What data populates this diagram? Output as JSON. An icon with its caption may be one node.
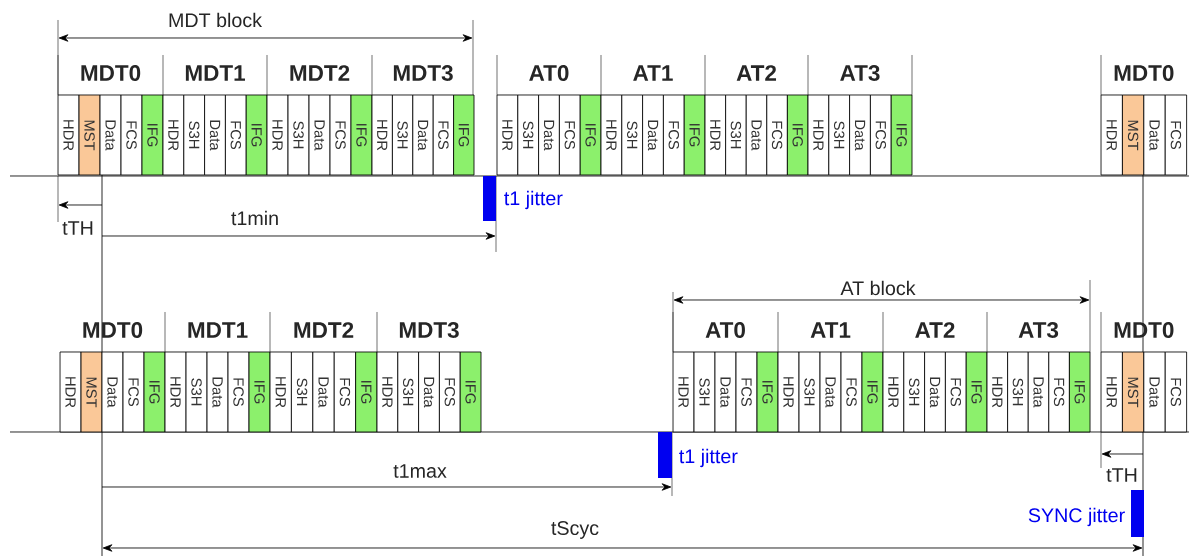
{
  "diagram": {
    "nodes": [
      {
        "text": [
          "MDT0",
          "HDR",
          "MST",
          "Data",
          "FCS",
          "IFG"
        ]
      },
      {
        "text": [
          "MDT1",
          "HDR",
          "S3H",
          "Data",
          "FCS",
          "IFG"
        ]
      },
      {
        "text": [
          "MDT2",
          "HDR",
          "S3H",
          "Data",
          "FCS",
          "IFG"
        ]
      },
      {
        "text": [
          "MDT3",
          "HDR",
          "S3H",
          "Data",
          "FCS",
          "IFG"
        ]
      },
      {
        "text": [
          "AT0",
          "HDR",
          "S3H",
          "Data",
          "FCS",
          "IFG"
        ]
      },
      {
        "text": [
          "AT1",
          "HDR",
          "S3H",
          "Data",
          "FCS",
          "IFG"
        ]
      },
      {
        "text": [
          "AT2",
          "HDR",
          "S3H",
          "Data",
          "FCS",
          "IFG"
        ]
      },
      {
        "text": [
          "AT3",
          "HDR",
          "S3H",
          "Data",
          "FCS",
          "IFG"
        ]
      },
      {
        "text": [
          "MDT0",
          "HDR",
          "MST",
          "Data",
          "FCS"
        ]
      },
      {
        "text": [
          "MDT0",
          "HDR",
          "MST",
          "Data",
          "FCS",
          "IFG"
        ]
      },
      {
        "text": [
          "MDT1",
          "HDR",
          "S3H",
          "Data",
          "FCS",
          "IFG"
        ]
      },
      {
        "text": [
          "MDT2",
          "HDR",
          "S3H",
          "Data",
          "FCS",
          "IFG"
        ]
      },
      {
        "text": [
          "MDT3",
          "HDR",
          "S3H",
          "Data",
          "FCS",
          "IFG"
        ]
      },
      {
        "text": [
          "AT0",
          "HDR",
          "S3H",
          "Data",
          "FCS",
          "IFG"
        ]
      },
      {
        "text": [
          "AT1",
          "HDR",
          "S3H",
          "Data",
          "FCS",
          "IFG"
        ]
      },
      {
        "text": [
          "AT2",
          "HDR",
          "S3H",
          "Data",
          "FCS",
          "IFG"
        ]
      },
      {
        "text": [
          "AT3",
          "HDR",
          "S3H",
          "Data",
          "FCS",
          "IFG"
        ]
      },
      {
        "text": [
          "MDT0",
          "HDR",
          "MST",
          "Data",
          "FCS"
        ]
      }
    ],
    "labels": [
      "MDT block",
      "t1 jitter",
      "t1min",
      "tTH",
      "AT block",
      "t1 jitter",
      "t1max",
      "tTH",
      "SYNC jitter",
      "tScyc"
    ]
  }
}
